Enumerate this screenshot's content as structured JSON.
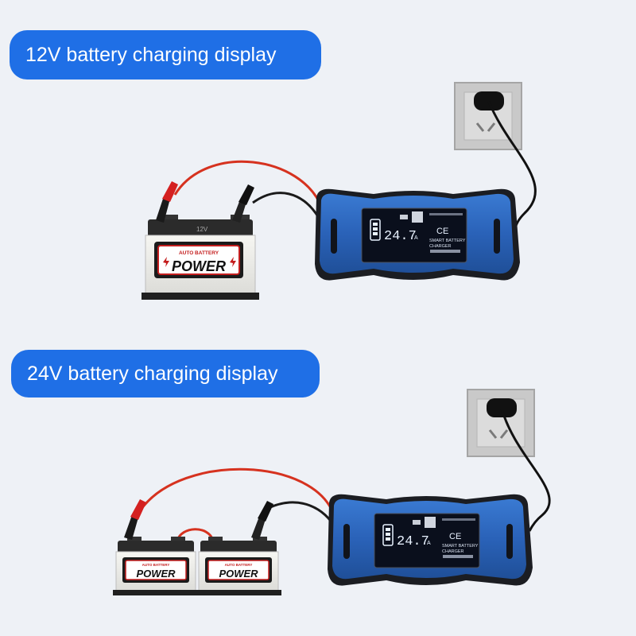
{
  "sections": [
    {
      "title": "12V battery charging display",
      "battery": {
        "brand": "AUTO BATTERY",
        "name": "POWER",
        "top_label": "12V"
      },
      "charger": {
        "reading": "24.7",
        "unit": "A",
        "text1": "SMART BATTERY",
        "text2": "CHARGER",
        "ce": "CE"
      }
    },
    {
      "title": "24V battery charging display",
      "battery": {
        "brand": "AUTO BATTERY",
        "name": "POWER"
      },
      "charger": {
        "reading": "24.7",
        "unit": "A",
        "text1": "SMART BATTERY",
        "text2": "CHARGER",
        "ce": "CE"
      }
    }
  ],
  "colors": {
    "background": "#eef1f6",
    "pill": "#1f6fe6",
    "charger_body": "#2a62b8",
    "clamp_red": "#d42020",
    "cable_red": "#d6321f",
    "socket_plate": "#c8c8c8",
    "lcd": "#0a0f1c"
  }
}
